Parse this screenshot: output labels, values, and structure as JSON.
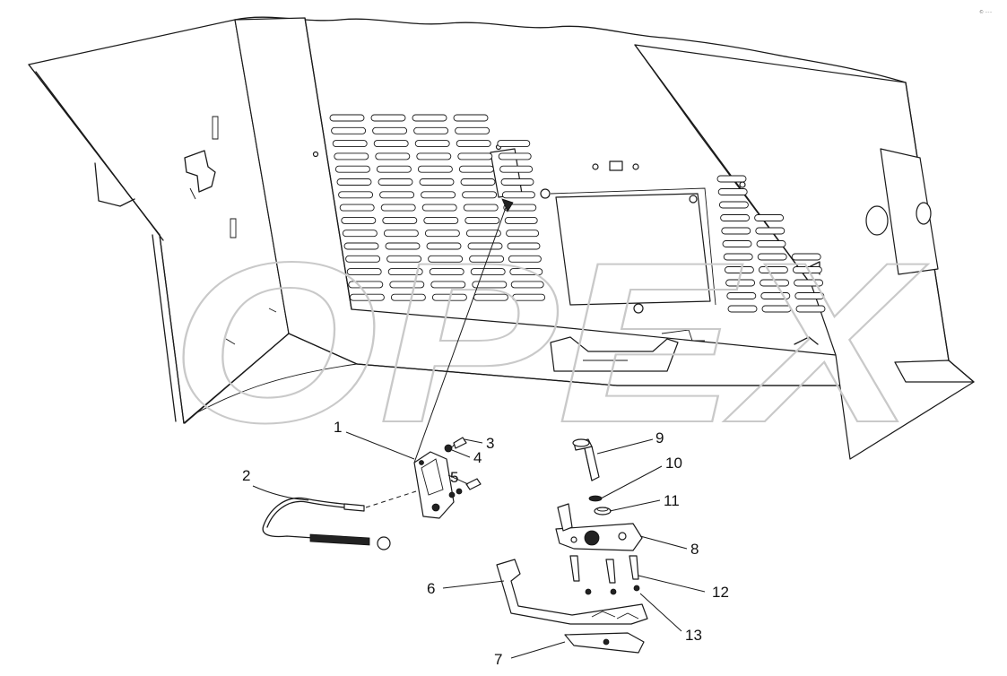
{
  "watermark": {
    "text": "OPEX",
    "color": "#c9c9c9"
  },
  "corner_mark": "© ·····",
  "callouts": [
    {
      "id": "1",
      "label": "1"
    },
    {
      "id": "2",
      "label": "2"
    },
    {
      "id": "3",
      "label": "3"
    },
    {
      "id": "4",
      "label": "4"
    },
    {
      "id": "5",
      "label": "5"
    },
    {
      "id": "6",
      "label": "6"
    },
    {
      "id": "7",
      "label": "7"
    },
    {
      "id": "8",
      "label": "8"
    },
    {
      "id": "9",
      "label": "9"
    },
    {
      "id": "10",
      "label": "10"
    },
    {
      "id": "11",
      "label": "11"
    },
    {
      "id": "12",
      "label": "12"
    },
    {
      "id": "13",
      "label": "13"
    }
  ]
}
